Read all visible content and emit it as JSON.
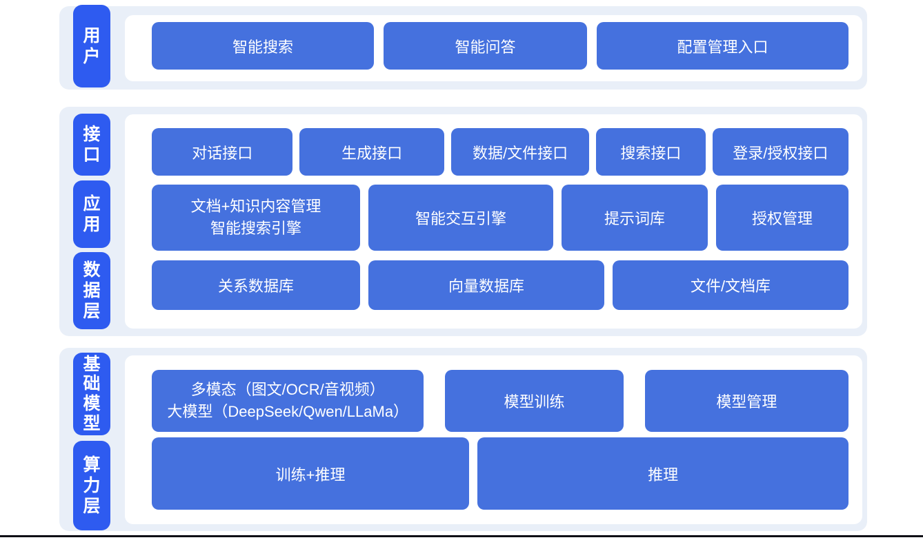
{
  "colors": {
    "badge_blue": "#2E5BF0",
    "box_blue": "#4571DE",
    "band_bg": "#E9EFF8",
    "panel_bg": "#FFFFFF",
    "text": "#FFFFFF",
    "bottom_rule": "#0C0C14"
  },
  "layers": {
    "user": {
      "label": "用户",
      "boxes": {
        "search": "智能搜索",
        "qa": "智能问答",
        "config_entry": "配置管理入口"
      }
    },
    "middle": {
      "interface_label": "接口",
      "app_label": "应用",
      "data_label": "数据层",
      "interface_boxes": {
        "dialog": "对话接口",
        "generate": "生成接口",
        "data_file": "数据/文件接口",
        "search": "搜索接口",
        "login_auth": "登录/授权接口"
      },
      "app_boxes": {
        "doc_line1": "文档+知识内容管理",
        "doc_line2": "智能搜索引擎",
        "interaction": "智能交互引擎",
        "prompt_lib": "提示词库",
        "auth_mgmt": "授权管理"
      },
      "data_boxes": {
        "relational": "关系数据库",
        "vector": "向量数据库",
        "file_doc": "文件/文档库"
      }
    },
    "foundation": {
      "model_label": "基础模型",
      "compute_label": "算力层",
      "model_boxes": {
        "multimodal_line1": "多模态（图文/OCR/音视频）",
        "multimodal_line2": "大模型（DeepSeek/Qwen/LLaMa）",
        "training": "模型训练",
        "management": "模型管理"
      },
      "compute_boxes": {
        "train_infer": "训练+推理",
        "infer": "推理"
      }
    }
  }
}
